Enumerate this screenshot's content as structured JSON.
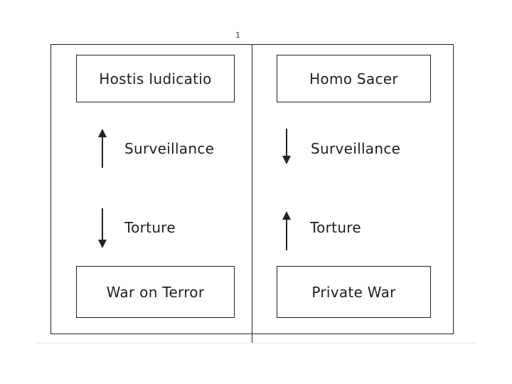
{
  "diagram": {
    "top_mark": "1",
    "left_column": {
      "top_box": "Hostis Iudicatio",
      "surveillance_label": "Surveillance",
      "surveillance_direction": "up",
      "torture_label": "Torture",
      "torture_direction": "down",
      "bottom_box": "War on Terror"
    },
    "right_column": {
      "top_box": "Homo Sacer",
      "surveillance_label": "Surveillance",
      "surveillance_direction": "down",
      "torture_label": "Torture",
      "torture_direction": "up",
      "bottom_box": "Private War"
    },
    "colors": {
      "line": "#222222",
      "text": "#1f1f1f",
      "background": "#ffffff"
    }
  }
}
